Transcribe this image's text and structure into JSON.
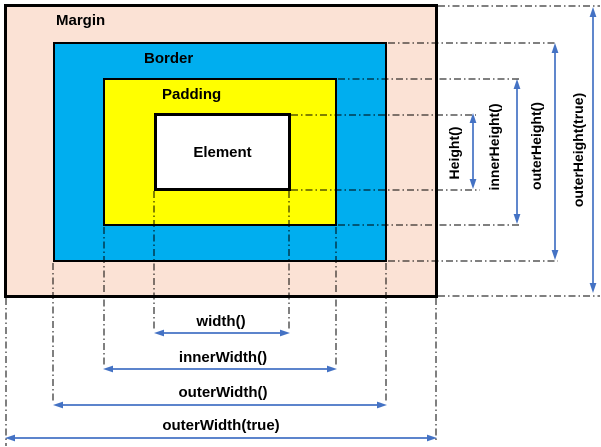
{
  "boxes": {
    "margin": {
      "label": "Margin",
      "fill": "#FBE2D5"
    },
    "border": {
      "label": "Border",
      "fill": "#00AEEF"
    },
    "padding": {
      "label": "Padding",
      "fill": "#FFFF00"
    },
    "element": {
      "label": "Element",
      "fill": "#FFFFFF"
    }
  },
  "width_labels": {
    "width": "width()",
    "inner": "innerWidth()",
    "outer": "outerWidth()",
    "outer_true": "outerWidth(true)"
  },
  "height_labels": {
    "height": "Height()",
    "inner": "innerHeight()",
    "outer": "outerHeight()",
    "outer_true": "outerHeight(true)"
  },
  "colors": {
    "arrow": "#4472C4",
    "guide_line": "#000000",
    "text": "#000000"
  }
}
